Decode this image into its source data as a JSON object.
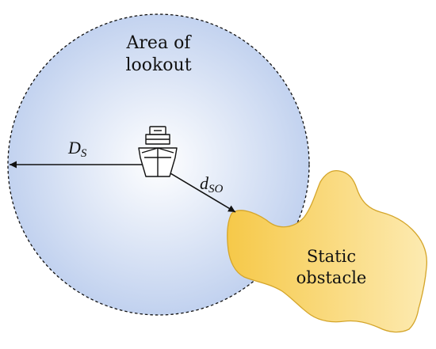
{
  "lookout_area": {
    "label_line1": "Area of",
    "label_line2": "lookout",
    "fill_center": "#ffffff",
    "fill_edge": "#c2d2ef",
    "border": "#111111"
  },
  "obstacle": {
    "label_line1": "Static",
    "label_line2": "obstacle",
    "fill_light": "#fdecb6",
    "fill_dark": "#f6c94a",
    "stroke": "#d4a52a"
  },
  "safety_radius": {
    "symbol": "D",
    "subscript": "S"
  },
  "obstacle_distance": {
    "symbol": "d",
    "subscript": "SO"
  },
  "vessel": {
    "icon": "ship-icon"
  }
}
